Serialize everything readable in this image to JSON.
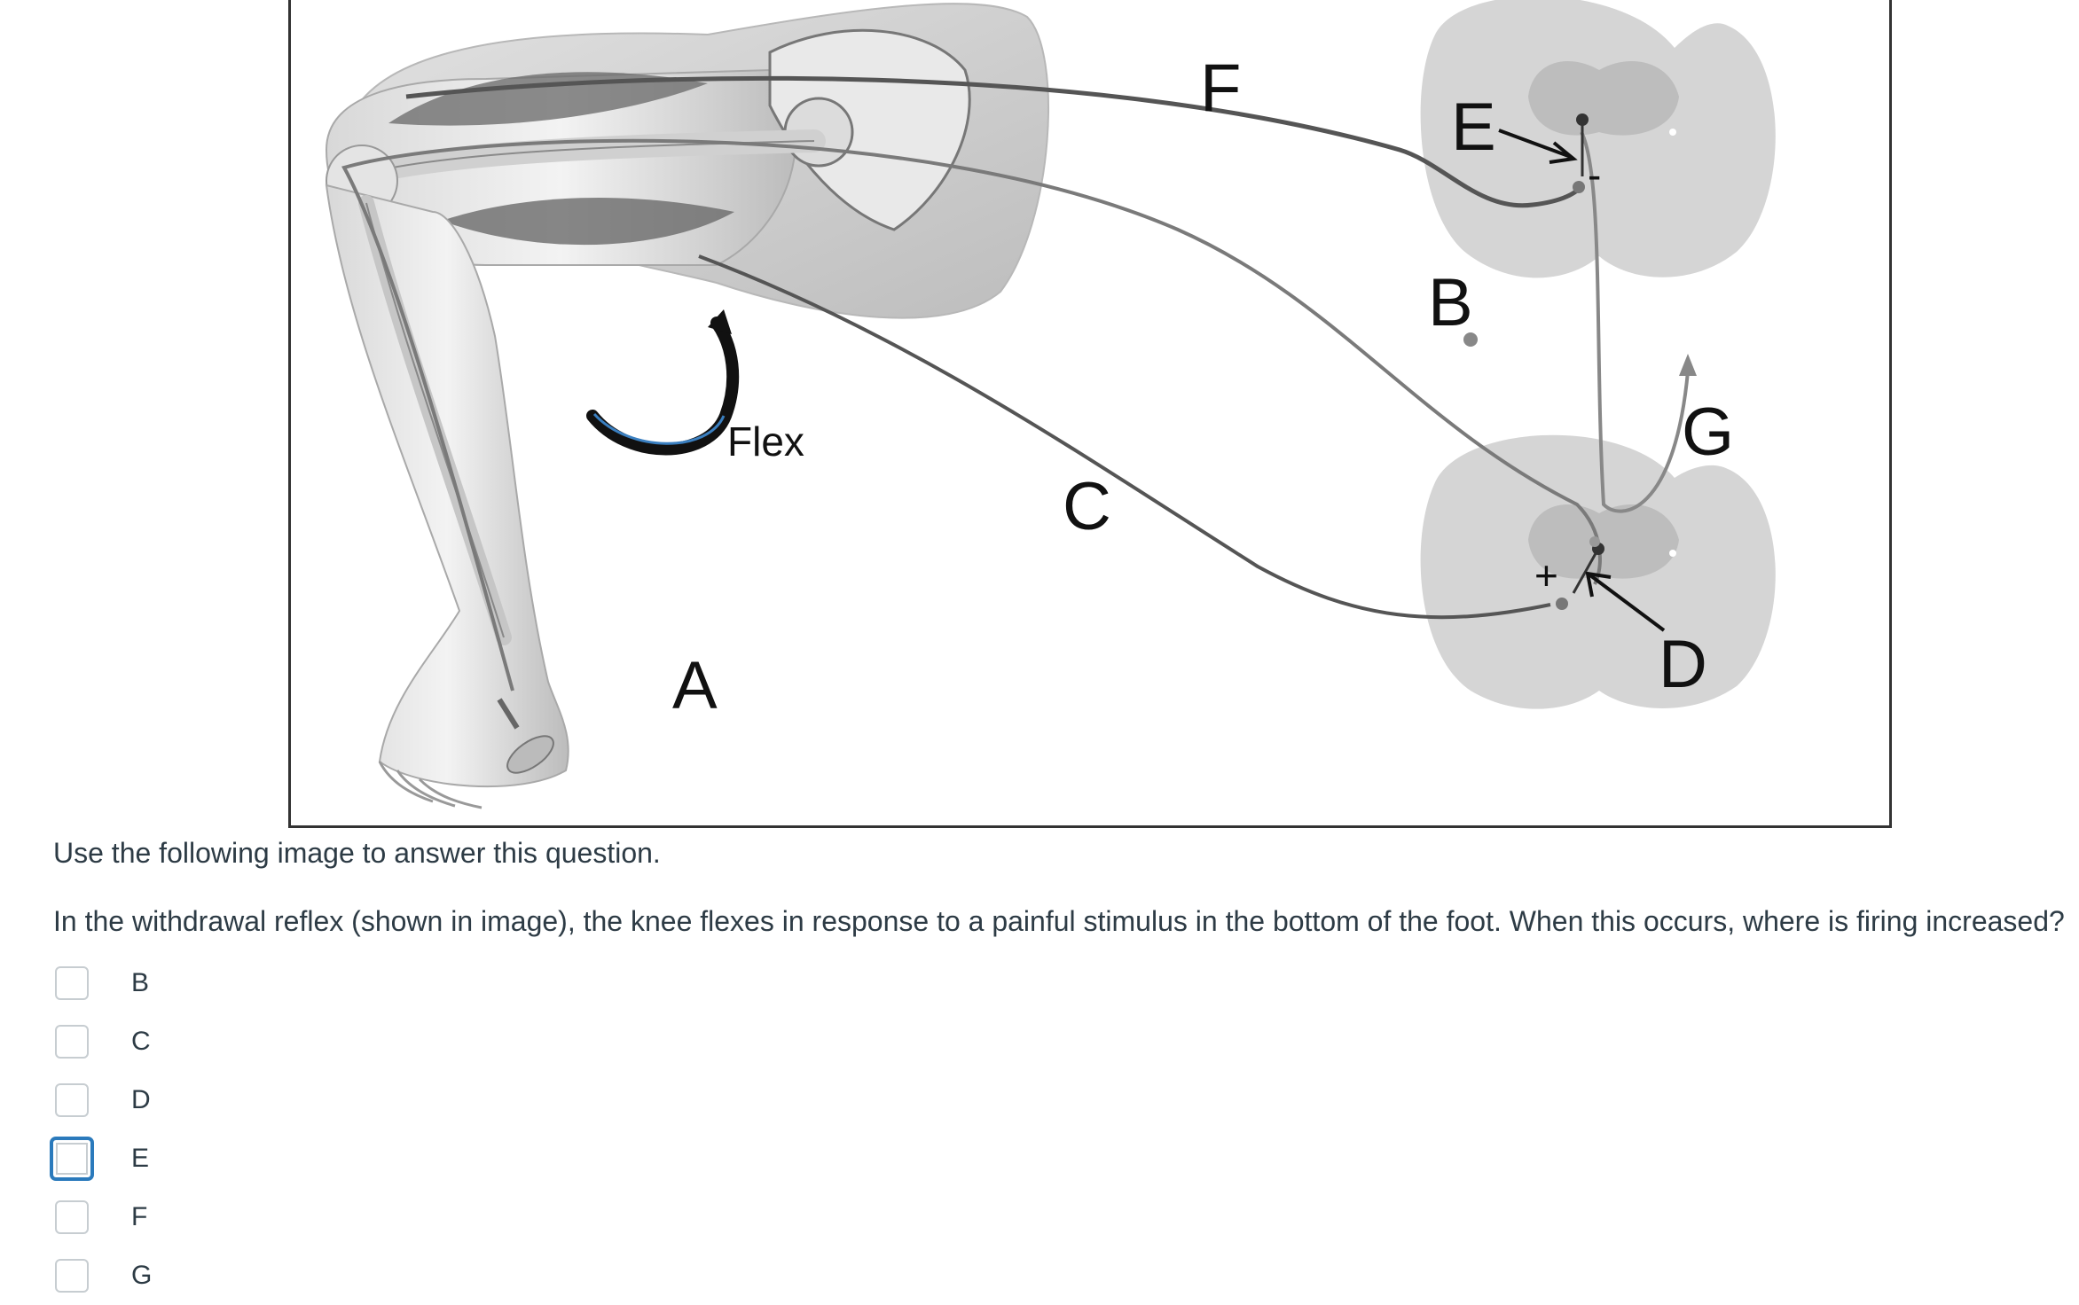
{
  "figure": {
    "labels": {
      "a": "A",
      "b": "B",
      "c": "C",
      "d": "D",
      "e": "E",
      "f": "F",
      "g": "G",
      "flex": "Flex",
      "plus": "+",
      "minus": "-"
    }
  },
  "question": {
    "intro": "Use the following image to answer this question.",
    "text": "In the withdrawal reflex (shown in image), the knee flexes in response to a painful stimulus in the bottom of the foot. When this occurs, where is firing increased?",
    "options": [
      {
        "label": "B",
        "checked": false,
        "focused": false
      },
      {
        "label": "C",
        "checked": false,
        "focused": false
      },
      {
        "label": "D",
        "checked": false,
        "focused": false
      },
      {
        "label": "E",
        "checked": false,
        "focused": true
      },
      {
        "label": "F",
        "checked": false,
        "focused": false
      },
      {
        "label": "G",
        "checked": false,
        "focused": false
      }
    ]
  }
}
